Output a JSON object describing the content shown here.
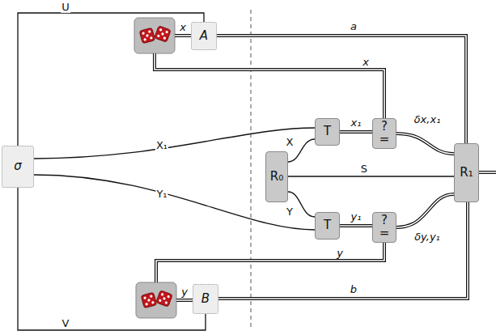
{
  "diagram": {
    "nodes": [
      {
        "text": [
          "A"
        ]
      },
      {
        "text": [
          "T"
        ]
      },
      {
        "text": [
          "? ="
        ]
      },
      {
        "text": [
          "σ"
        ]
      },
      {
        "text": [
          "R₀"
        ]
      },
      {
        "text": [
          "R₁"
        ]
      },
      {
        "text": [
          "T"
        ]
      },
      {
        "text": [
          "? ="
        ]
      },
      {
        "text": [
          "B"
        ]
      }
    ],
    "edges": [
      {
        "from": 3,
        "to": 0,
        "arrow": "none",
        "label": "U"
      },
      {
        "from": 3,
        "to": 8,
        "arrow": "none",
        "label": "V"
      },
      {
        "from": 3,
        "to": 1,
        "arrow": "none",
        "label": "X₁"
      },
      {
        "from": 3,
        "to": 6,
        "arrow": "none",
        "label": "Y₁"
      },
      {
        "from": 4,
        "to": 1,
        "arrow": "none",
        "label": "X"
      },
      {
        "from": 4,
        "to": 6,
        "arrow": "none",
        "label": "Y"
      },
      {
        "from": 4,
        "to": 5,
        "arrow": "none",
        "label": "S"
      },
      {
        "from": 1,
        "to": 2,
        "arrow": "none",
        "label": "x₁"
      },
      {
        "from": 6,
        "to": 7,
        "arrow": "none",
        "label": "y₁"
      },
      {
        "from": 2,
        "to": 5,
        "arrow": "none",
        "label": "δx,x₁"
      },
      {
        "from": 7,
        "to": 5,
        "arrow": "none",
        "label": "δy,y₁"
      },
      {
        "from": 0,
        "to": 5,
        "arrow": "none",
        "label": "a"
      },
      {
        "from": 8,
        "to": 5,
        "arrow": "none",
        "label": "b"
      }
    ],
    "labels": [
      "x",
      "x",
      "y",
      "y"
    ]
  }
}
